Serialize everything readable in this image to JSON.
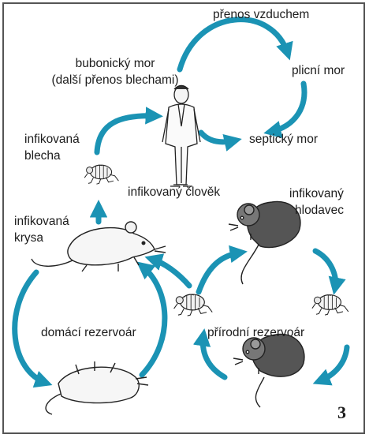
{
  "colors": {
    "arrow": "#1b93b4",
    "ink": "#1c1c1c",
    "frame": "#555555"
  },
  "labels": {
    "air_transmission": "přenos vzduchem",
    "bubonic_plague": "bubonický mor",
    "bubonic_plague_note": "(další přenos blechami)",
    "pneumonic_plague": "plicní mor",
    "septicemic_plague": "septický mor",
    "infected_flea_line1": "infikovaná",
    "infected_flea_line2": "blecha",
    "infected_human": "infikovaný člověk",
    "infected_rodent_line1": "infikovaný",
    "infected_rodent_line2": "hlodavec",
    "infected_rat_line1": "infikovaná",
    "infected_rat_line2": "krysa",
    "domestic_reservoir": "domácí rezervoár",
    "natural_reservoir": "přírodní rezervoár"
  },
  "figure_number": "3",
  "icons": [
    "human-figure-icon",
    "flea-icon",
    "rat-icon",
    "rodent-icon",
    "dead-rat-icon"
  ]
}
